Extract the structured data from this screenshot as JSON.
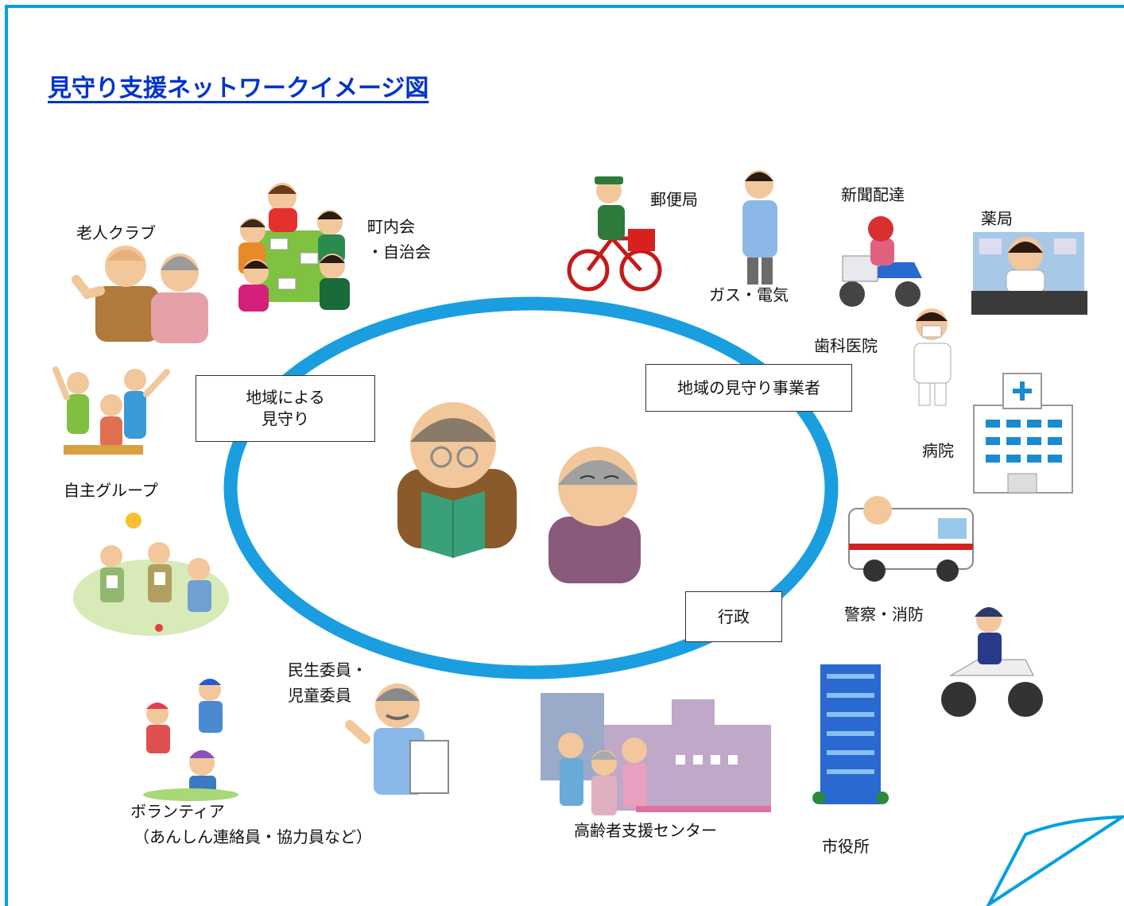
{
  "title": "見守り支援ネットワークイメージ図",
  "boxes": {
    "community_line1": "地域による",
    "community_line2": "見守り",
    "business": "地域の見守り事業者",
    "admin": "行政"
  },
  "labels": {
    "senior_club": "老人クラブ",
    "neighborhood_line1": "町内会",
    "neighborhood_line2": "・自治会",
    "post_office": "郵便局",
    "gas_electric": "ガス・電気",
    "newspaper": "新聞配達",
    "pharmacy": "薬局",
    "dental": "歯科医院",
    "hospital": "病院",
    "self_group": "自主グループ",
    "police_fire": "警察・消防",
    "welfare_line1": "民生委員・",
    "welfare_line2": "児童委員",
    "volunteer_line1": "ボランティア",
    "volunteer_line2": "（あんしん連絡員・協力員など）",
    "elder_center": "高齢者支援センター",
    "city_hall": "市役所"
  },
  "colors": {
    "frame": "#00a0e0",
    "ring": "#1a9ee0",
    "title": "#0033cc"
  },
  "icons": [
    "elderly-couple-icon",
    "meeting-people-icon",
    "postman-bicycle-icon",
    "gas-worker-icon",
    "newspaper-scooter-icon",
    "pharmacist-icon",
    "dentist-icon",
    "hospital-building-icon",
    "exercise-group-icon",
    "gateball-group-icon",
    "ambulance-icon",
    "police-motorcycle-icon",
    "volunteer-kids-icon",
    "welfare-commissioner-icon",
    "support-center-icon",
    "city-hall-icon",
    "reading-grandpa-icon",
    "thinking-grandma-icon",
    "page-curl-icon"
  ]
}
